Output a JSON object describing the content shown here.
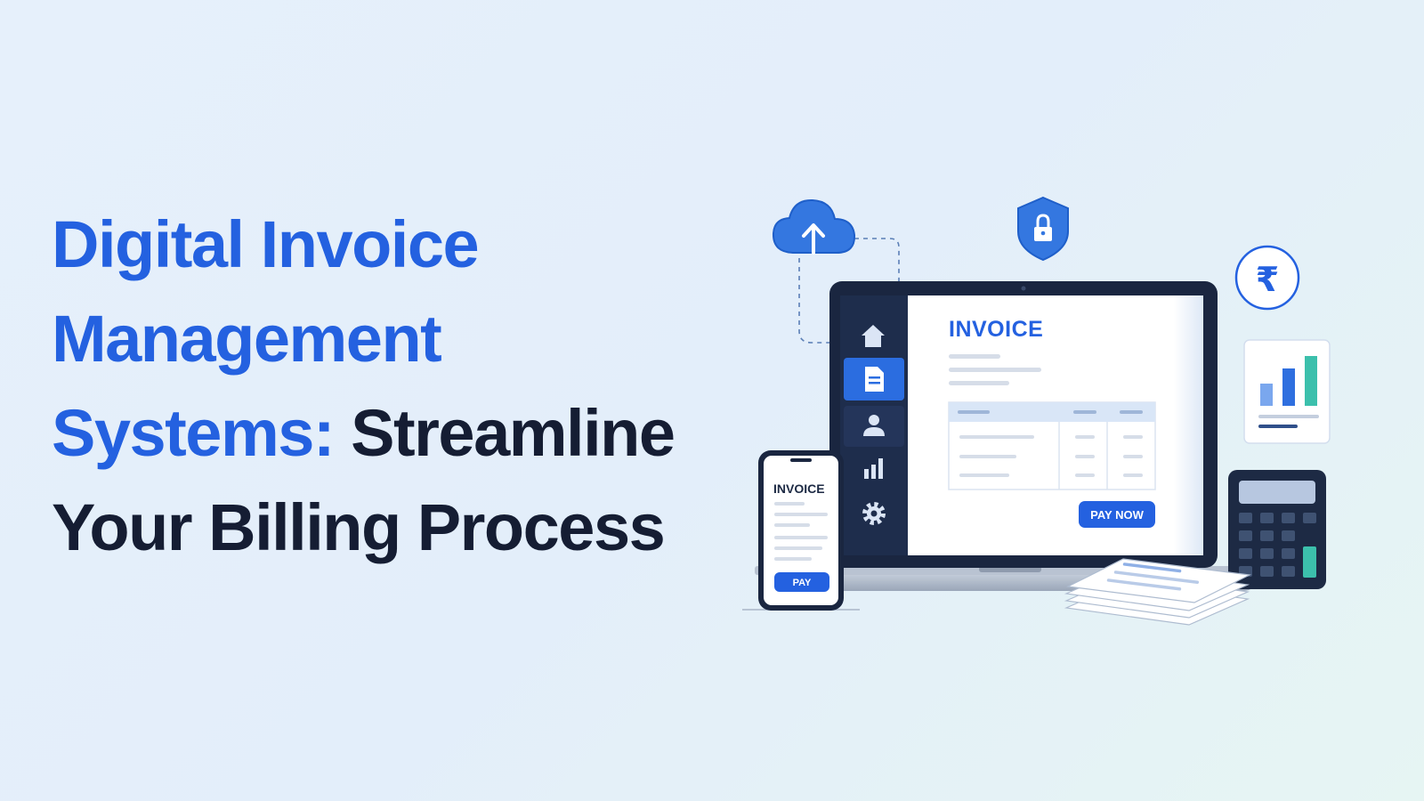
{
  "headline": {
    "line1": "Digital Invoice",
    "line2": "Management",
    "line3_blue": "Systems:",
    "line3_dark": "Streamline",
    "line4": "Your Billing Process"
  },
  "laptop_invoice": {
    "title": "INVOICE",
    "button_label": "PAY NOW"
  },
  "phone_invoice": {
    "title": "INVOICE",
    "button_label": "PAY"
  },
  "currency_symbol": "₹",
  "sidebar_icons": [
    "home-icon",
    "document-icon",
    "user-icon",
    "bar-chart-icon",
    "gear-icon"
  ],
  "floating_icons": [
    "cloud-upload-icon",
    "shield-lock-icon",
    "rupee-icon",
    "chart-card-icon",
    "calculator-icon",
    "paper-stack-icon"
  ],
  "report_card_bars": [
    0.45,
    0.7,
    1.0
  ],
  "colors": {
    "brand_blue": "#2461e0",
    "dark_text": "#151d33",
    "navy": "#1d2a44",
    "teal": "#3cc0ac"
  }
}
